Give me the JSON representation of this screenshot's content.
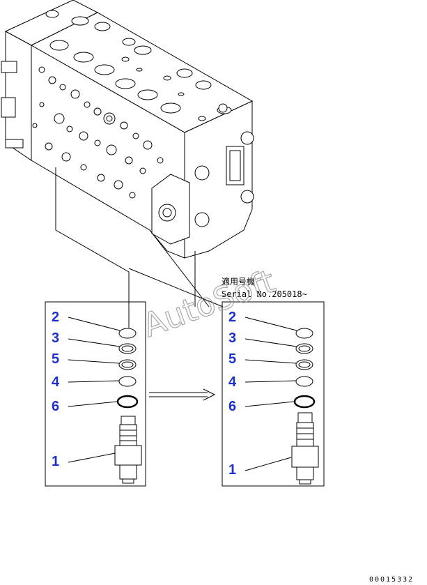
{
  "watermark": "AutoSoft",
  "applicability": {
    "jp_label": "適用号機",
    "serial_text": "Serial No.205018~"
  },
  "left_panel": {
    "callouts": [
      "2",
      "3",
      "5",
      "4",
      "6",
      "1"
    ]
  },
  "right_panel": {
    "callouts": [
      "2",
      "3",
      "5",
      "4",
      "6",
      "1"
    ]
  },
  "document_number": "00015332"
}
